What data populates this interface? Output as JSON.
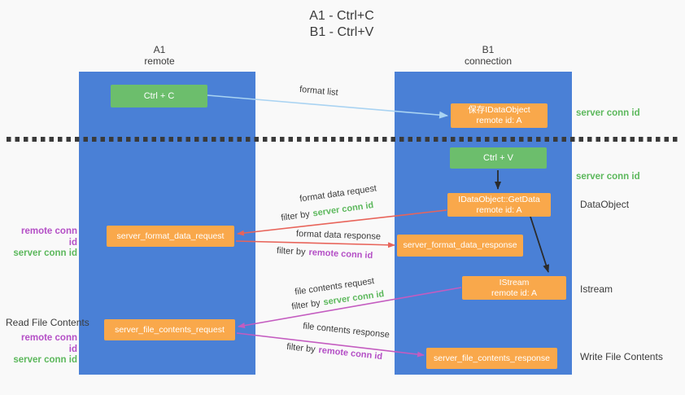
{
  "title": {
    "line1": "A1 - Ctrl+C",
    "line2": "B1 - Ctrl+V"
  },
  "columns": {
    "a": {
      "id": "A1",
      "subtitle": "remote"
    },
    "b": {
      "id": "B1",
      "subtitle": "connection"
    }
  },
  "nodes": {
    "ctrl_c": "Ctrl + C",
    "save_dataobject": {
      "line1": "保存IDataObject",
      "line2": "remote id: A"
    },
    "ctrl_v": "Ctrl + V",
    "getdata": {
      "line1": "IDataObject::GetData",
      "line2": "remote id: A"
    },
    "format_request": "server_format_data_request",
    "format_response": "server_format_data_response",
    "istream": {
      "line1": "IStream",
      "line2": "remote id: A"
    },
    "file_request": "server_file_contents_request",
    "file_response": "server_file_contents_response"
  },
  "arrow_labels": {
    "format_list": "format list",
    "format_data_request": "format data request",
    "format_data_response": "format data response",
    "file_contents_request": "file contents request",
    "file_contents_response": "file contents response",
    "filter_by": "filter by",
    "server_conn_id": "server conn id",
    "remote_conn_id": "remote conn id"
  },
  "side_labels": {
    "server_conn_id_top": "server conn id",
    "server_conn_id_mid": "server conn id",
    "dataobject": "DataObject",
    "istream": "Istream",
    "write_file_contents": "Write File Contents",
    "read_file_contents": "Read File Contents",
    "remote_conn_id": "remote conn id",
    "server_conn_id": "server conn id"
  },
  "colors": {
    "background": "#f9f9f9",
    "column_blue": "#4a80d6",
    "box_green": "#6cbe6c",
    "box_orange": "#f9a84b",
    "text_green": "#5cb85c",
    "text_purple": "#b44fc6",
    "arrow_red": "#e8645a",
    "arrow_magenta": "#c45cc0",
    "arrow_lightblue": "#a9d3f2",
    "arrow_black": "#2b2b2b",
    "divider": "#3a3a3a"
  }
}
